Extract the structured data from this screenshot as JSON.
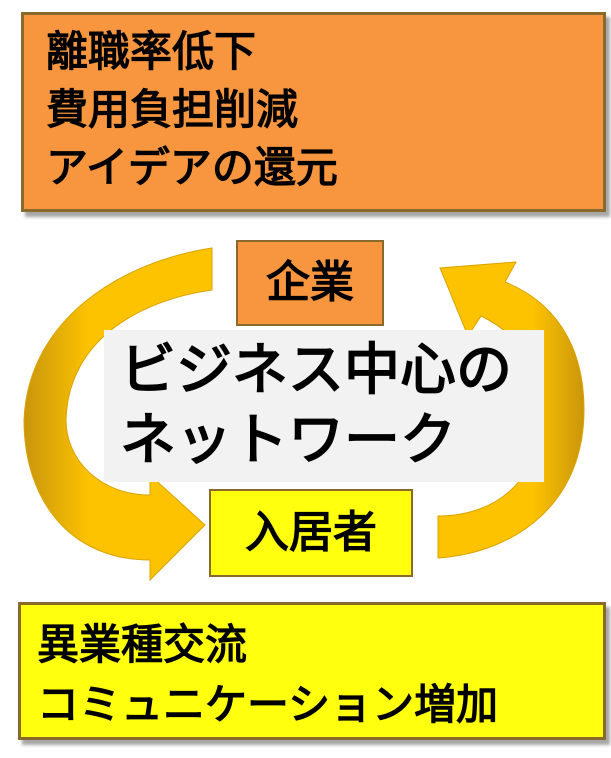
{
  "top_box": {
    "lines": [
      "離職率低下",
      "費用負担削減",
      "アイデアの還元"
    ]
  },
  "company": {
    "label": "企業"
  },
  "center": {
    "lines": [
      "ビジネス中心の",
      "ネットワーク"
    ]
  },
  "resident": {
    "label": "入居者"
  },
  "bottom_box": {
    "lines": [
      "異業種交流",
      "コミュニケーション増加"
    ]
  },
  "colors": {
    "orange": "#f7963e",
    "yellow": "#ffff0e",
    "arrow_light": "#fdc300",
    "arrow_dark": "#c9960c",
    "border": "#8a6a2c"
  },
  "icons": [
    "curved-arrow-left",
    "curved-arrow-right"
  ]
}
